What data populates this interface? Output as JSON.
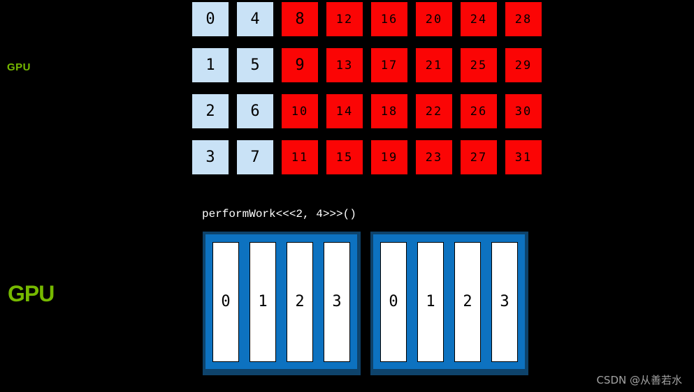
{
  "colors": {
    "background": "#000000",
    "nvidia_green": "#76b900",
    "cell_blue": "#c9e2f6",
    "cell_red": "#fb0505",
    "block_blue": "#0d72c0",
    "block_edge_navy": "#0e436b",
    "text_white": "#ffffff",
    "watermark_gray": "#a3a3a3"
  },
  "top": {
    "gpu_label": "GPU",
    "grid": {
      "rows": [
        [
          0,
          4,
          8,
          12,
          16,
          20,
          24,
          28
        ],
        [
          1,
          5,
          9,
          13,
          17,
          21,
          25,
          29
        ],
        [
          2,
          6,
          10,
          14,
          18,
          22,
          26,
          30
        ],
        [
          3,
          7,
          11,
          15,
          19,
          23,
          27,
          31
        ]
      ],
      "blue_threshold": 8
    }
  },
  "bottom": {
    "gpu_label": "GPU",
    "kernel_call": "performWork<<<2, 4>>>()",
    "blocks": [
      {
        "threads": [
          "0",
          "1",
          "2",
          "3"
        ]
      },
      {
        "threads": [
          "0",
          "1",
          "2",
          "3"
        ]
      }
    ]
  },
  "watermark": "CSDN @从善若水"
}
